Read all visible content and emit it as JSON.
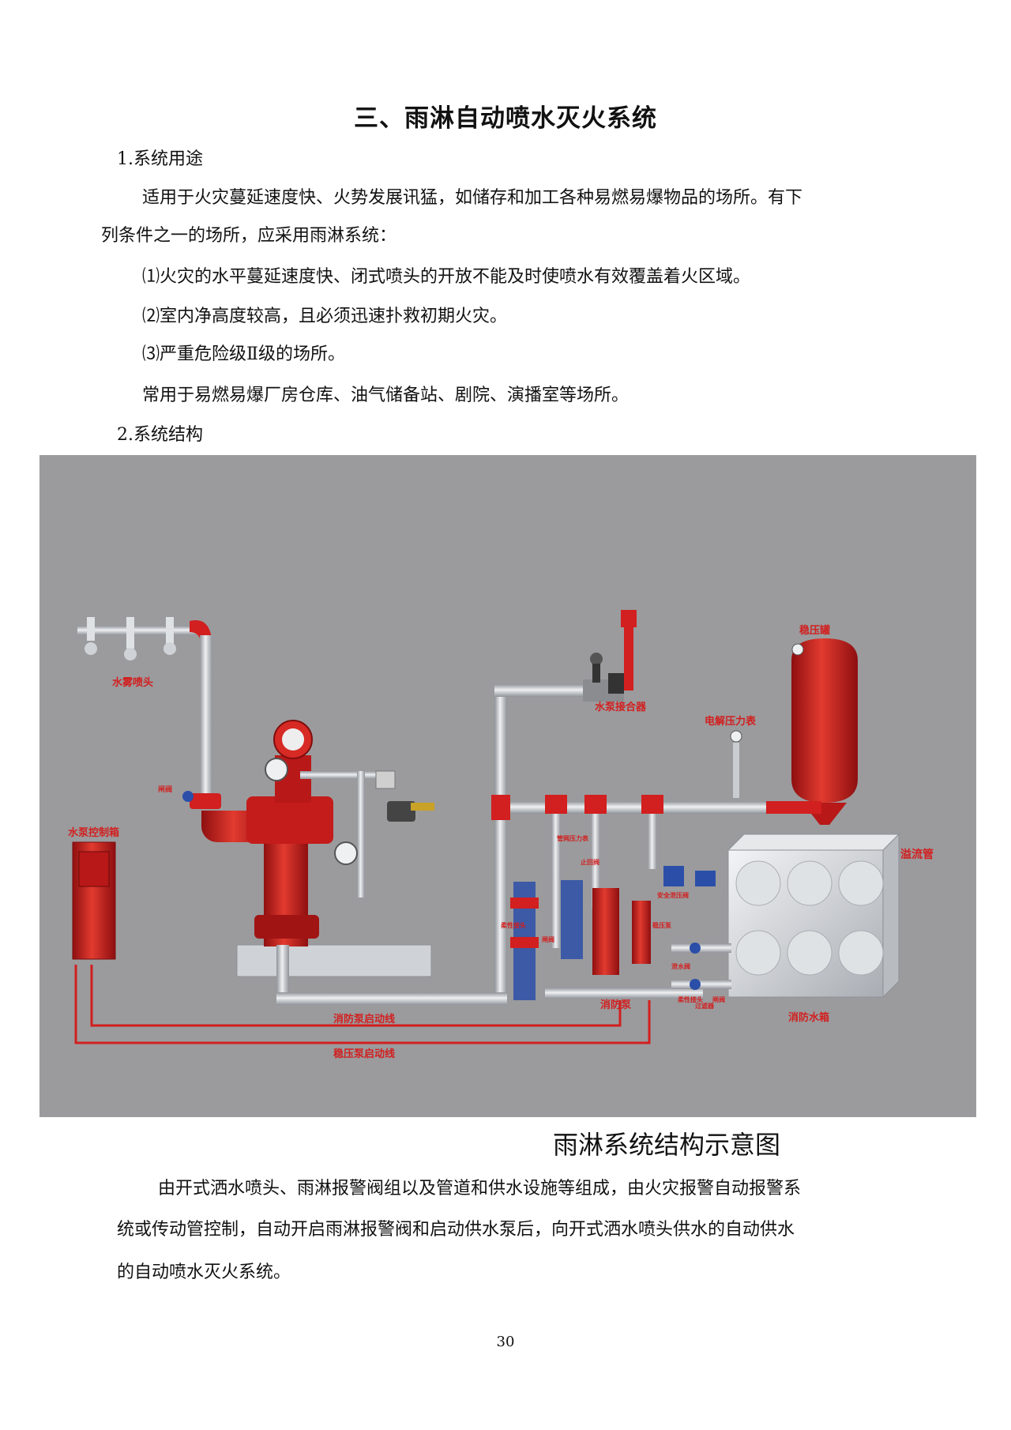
{
  "title": "三、雨淋自动喷水灭火系统",
  "section1": {
    "heading": "1.系统用途",
    "intro_line1": "适用于火灾蔓延速度快、火势发展讯猛，如储存和加工各种易燃易爆物品的场所。有下",
    "intro_line2": "列条件之一的场所，应采用雨淋系统：",
    "items": [
      "⑴火灾的水平蔓延速度快、闭式喷头的开放不能及时使喷水有效覆盖着火区域。",
      "⑵室内净高度较高，且必须迅速扑救初期火灾。",
      "⑶严重危险级Ⅱ级的场所。"
    ],
    "usage": "常用于易燃易爆厂房仓库、油气储备站、剧院、演播室等场所。"
  },
  "section2": {
    "heading": "2.系统结构"
  },
  "diagram": {
    "labels": {
      "sprinkler": "水雾喷头",
      "pump_connector": "水泵接合器",
      "tank": "稳压罐",
      "pressure_gauge": "电解压力表",
      "overflow": "溢流管",
      "control_box": "水泵控制箱",
      "gate_valve": "闸阀",
      "pressure_switch": "管网压力表",
      "check_valve": "止回阀",
      "flexible_joint": "柔性接头",
      "safety_valve": "安全泄压阀",
      "stabilizer_pump": "稳压泵",
      "gate_valve2": "闸阀",
      "drain_valve": "泄水阀",
      "flexible_joint2": "柔性接头",
      "filter": "过滤器",
      "gate_valve3": "闸阀",
      "fire_pump": "消防泵",
      "water_tank": "消防水箱",
      "fire_pump_line": "消防泵启动线",
      "stabilizer_line": "稳压泵启动线"
    },
    "colors": {
      "background": "#9b9b9d",
      "red": "#d21f1f",
      "pipe": "#c9ccd0",
      "steel": "#d7dadd"
    }
  },
  "caption": "雨淋系统结构示意图",
  "description": {
    "line1": "由开式洒水喷头、雨淋报警阀组以及管道和供水设施等组成，由火灾报警自动报警系",
    "line2": "统或传动管控制，自动开启雨淋报警阀和启动供水泵后，向开式洒水喷头供水的自动供水",
    "line3": "的自动喷水灭火系统。"
  },
  "page_number": "30"
}
